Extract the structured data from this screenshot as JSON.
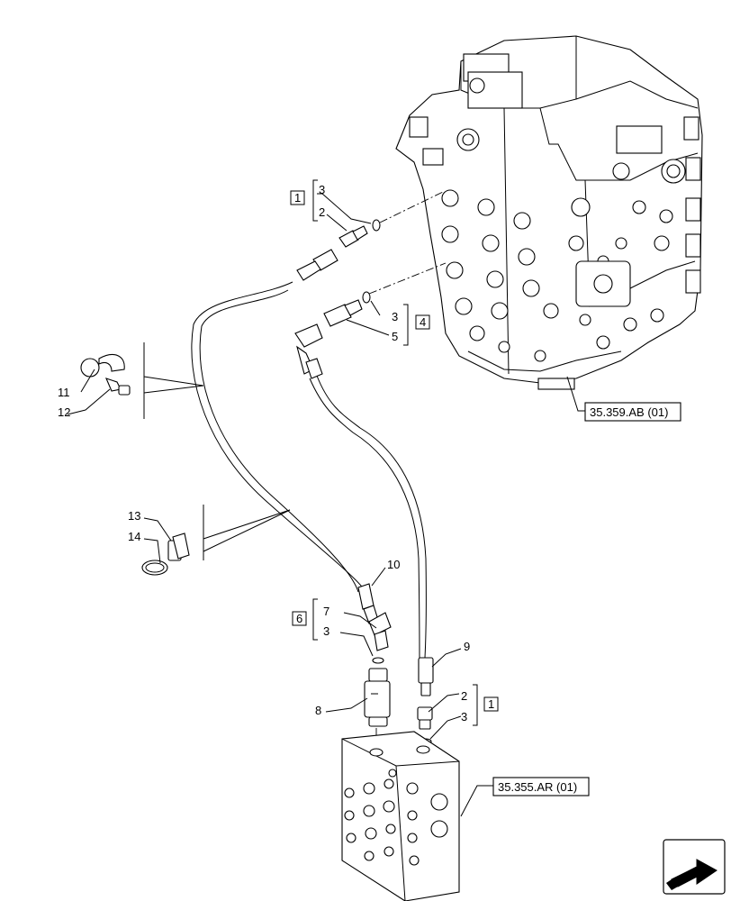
{
  "callouts": {
    "c1_top": "1",
    "c3_top": "3",
    "c2_top": "2",
    "c4": "4",
    "c3_mid": "3",
    "c5": "5",
    "c11": "11",
    "c12": "12",
    "c13": "13",
    "c14": "14",
    "c10": "10",
    "c6": "6",
    "c7": "7",
    "c3_low": "3",
    "c9": "9",
    "c8": "8",
    "c2_bot": "2",
    "c1_bot": "1",
    "c3_bot": "3"
  },
  "references": {
    "valve_ref": "35.359.AB (01)",
    "block_ref": "35.355.AR (01)"
  },
  "icons": {
    "nav": "next-page-arrow-icon"
  }
}
